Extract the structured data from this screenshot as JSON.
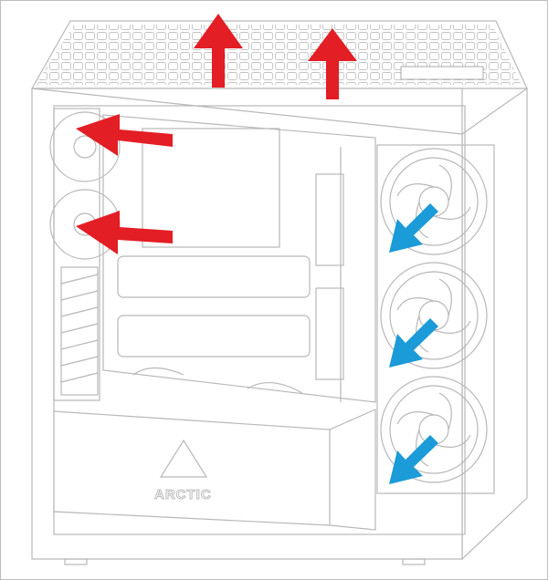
{
  "diagram": {
    "subject": "pc-case-airflow",
    "logo_text": "ARCTIC",
    "colors": {
      "exhaust_arrow": "#e31e24",
      "intake_arrow": "#1b9bd7",
      "line": "#b8b8b8"
    },
    "arrows": [
      {
        "kind": "exhaust",
        "direction": "up",
        "location": "top-rear"
      },
      {
        "kind": "exhaust",
        "direction": "up",
        "location": "top-front"
      },
      {
        "kind": "exhaust",
        "direction": "left",
        "location": "rear-upper"
      },
      {
        "kind": "exhaust",
        "direction": "left",
        "location": "rear-lower"
      },
      {
        "kind": "intake",
        "direction": "down-left",
        "location": "front-top-fan"
      },
      {
        "kind": "intake",
        "direction": "down-left",
        "location": "front-middle-fan"
      },
      {
        "kind": "intake",
        "direction": "down-left",
        "location": "front-bottom-fan"
      }
    ]
  }
}
